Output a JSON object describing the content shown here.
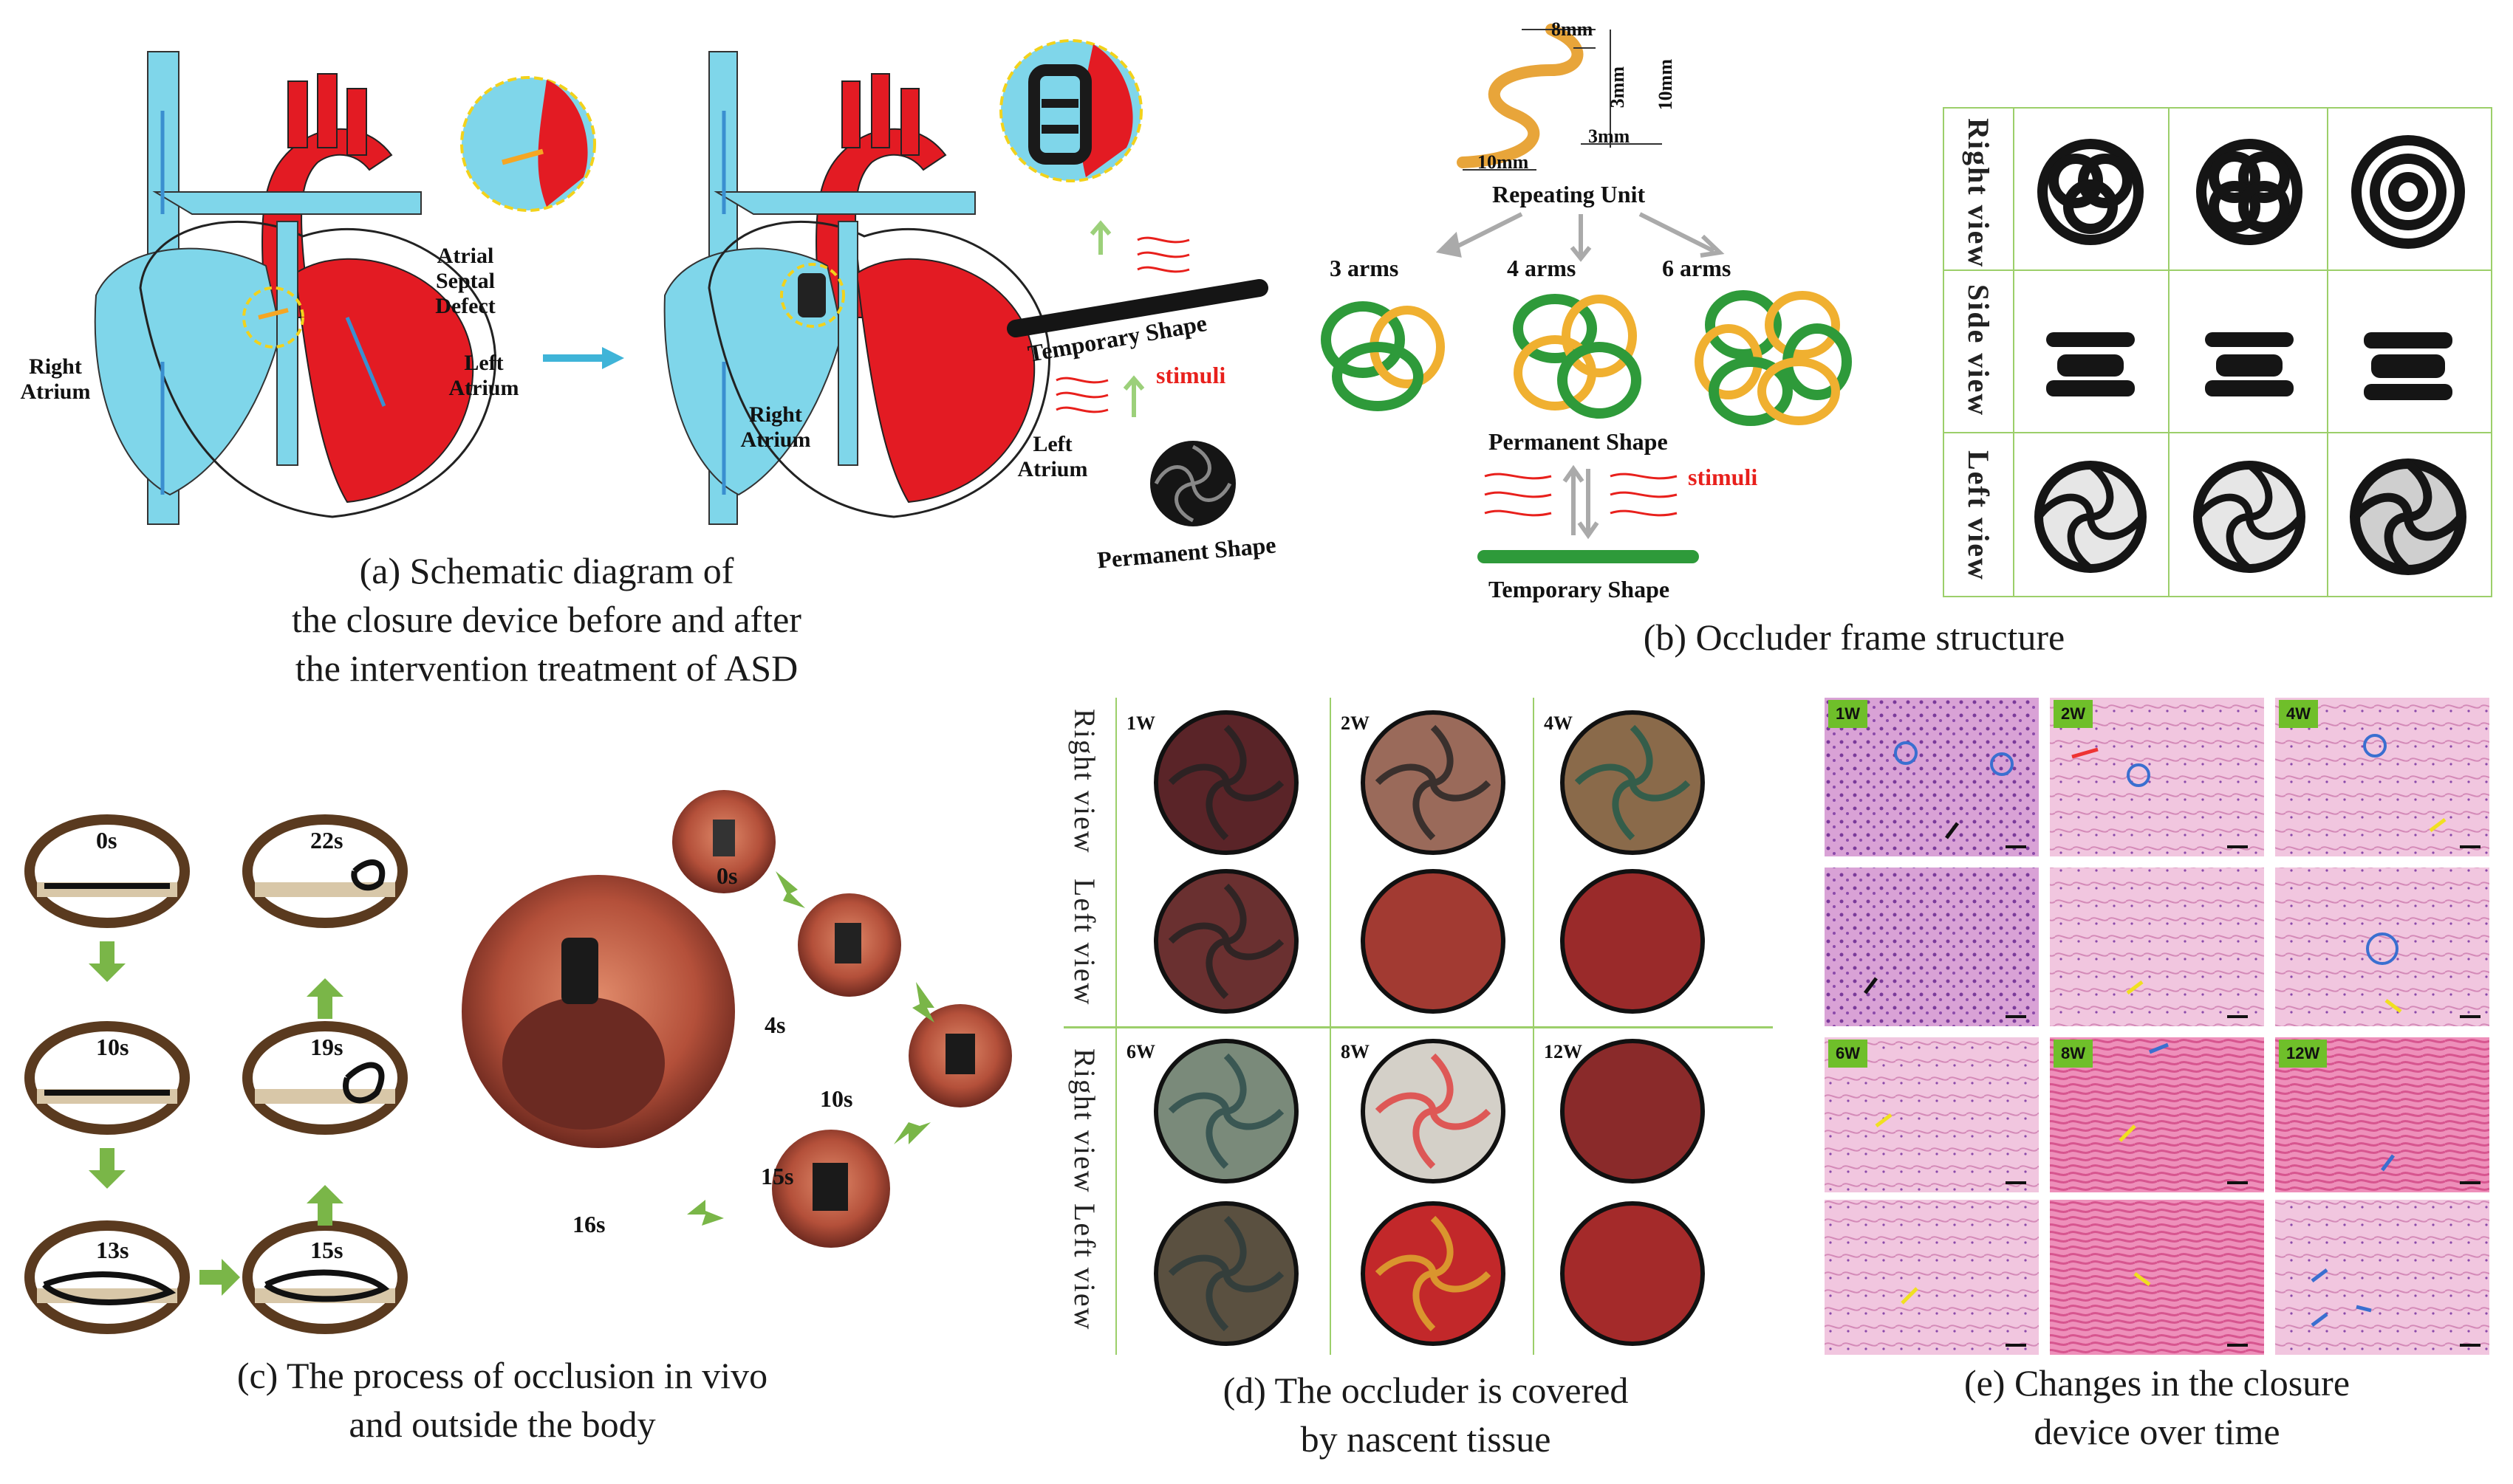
{
  "panel_a": {
    "caption_lines": [
      "(a) Schematic diagram of",
      "the closure device before and after",
      "the intervention treatment of ASD"
    ],
    "labels": {
      "atrial_septal_defect": [
        "Atrial",
        "Septal",
        "Defect"
      ],
      "right_atrium_left": [
        "Right",
        "Atrium"
      ],
      "left_atrium_left": [
        "Left",
        "Atrium"
      ],
      "right_atrium_right": [
        "Right",
        "Atrium"
      ],
      "left_atrium_right": [
        "Left",
        "Atrium"
      ],
      "temporary_shape": "Temporary Shape",
      "stimuli": "stimuli",
      "permanent_shape": "Permanent Shape"
    }
  },
  "panel_b": {
    "caption": "(b) Occluder frame structure",
    "dims": {
      "top": "8mm",
      "mid": "3mm",
      "right": "10mm",
      "bottom_left": "10mm",
      "bottom_right": "3mm"
    },
    "repeating_unit": "Repeating Unit",
    "arms": [
      "3 arms",
      "4 arms",
      "6 arms"
    ],
    "permanent_shape": "Permanent Shape",
    "stimuli": "stimuli",
    "temporary_shape": "Temporary Shape",
    "views": [
      "Right view",
      "Side view",
      "Left view"
    ]
  },
  "panel_c": {
    "caption_lines": [
      "(c) The process of occlusion in vivo",
      "and outside the body"
    ],
    "outside_times": [
      "0s",
      "10s",
      "13s",
      "15s",
      "19s",
      "22s"
    ],
    "vivo_times": [
      "0s",
      "4s",
      "10s",
      "15s",
      "16s"
    ]
  },
  "panel_d": {
    "caption_lines": [
      "(d) The occluder is covered",
      "by nascent tissue"
    ],
    "row_labels": [
      "Right view",
      "Left view",
      "Right view",
      "Left view"
    ],
    "weeks_top": [
      "1W",
      "2W",
      "4W"
    ],
    "weeks_bottom": [
      "6W",
      "8W",
      "12W"
    ]
  },
  "panel_e": {
    "caption_lines": [
      "(e) Changes in the closure",
      "device over time"
    ],
    "weeks_top": [
      "1W",
      "2W",
      "4W"
    ],
    "weeks_bottom": [
      "6W",
      "8W",
      "12W"
    ]
  },
  "colors": {
    "blood_red": "#e31b23",
    "venous_blue": "#7fd6ea",
    "arrow_blue": "#3a8fd0",
    "stimuli_red": "#e8201c",
    "green_arrow": "#7ab648",
    "coil_green": "#2e9a3a",
    "coil_orange": "#f0b030",
    "he_pink": "#e7a9d0"
  }
}
